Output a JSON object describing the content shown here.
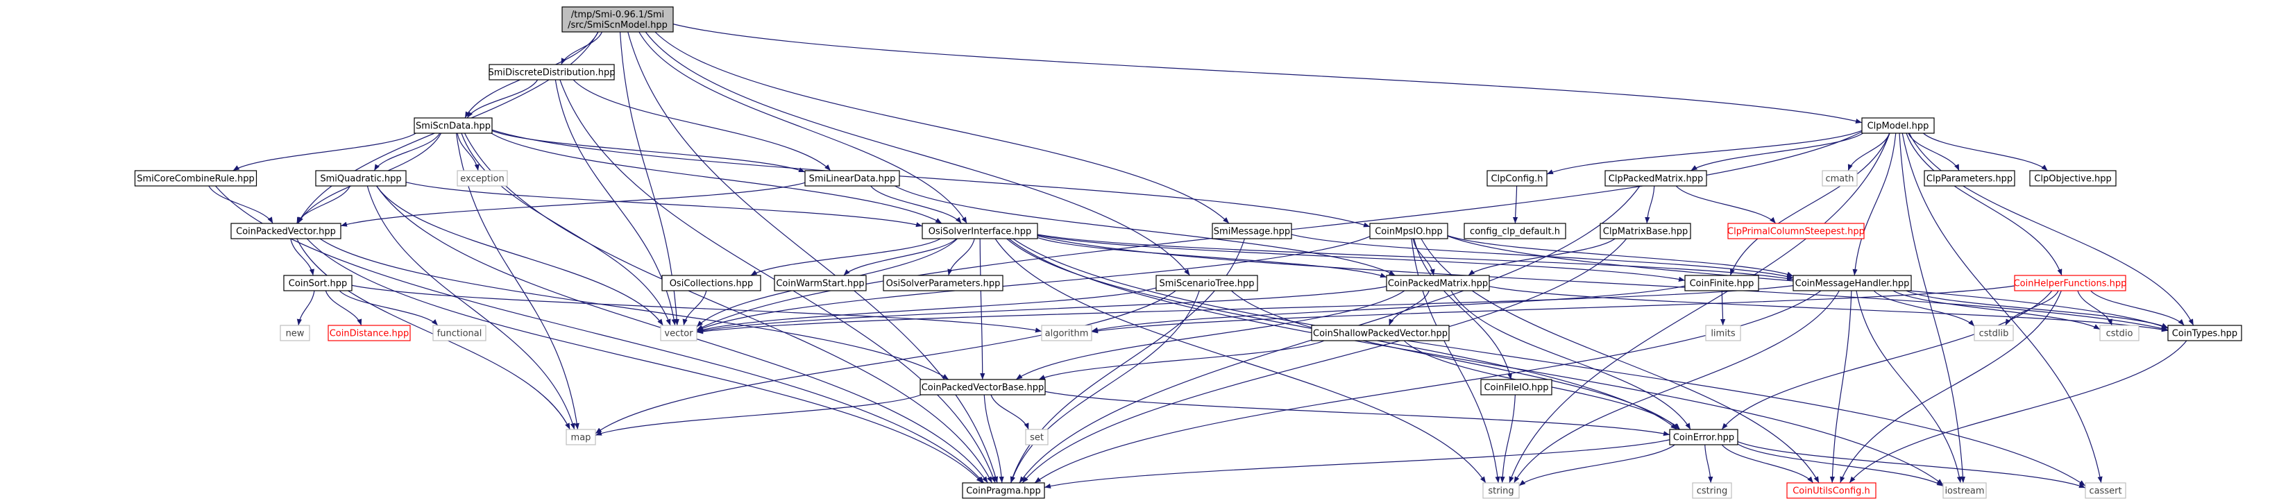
{
  "graph": {
    "nodes": [
      {
        "id": "root",
        "label": "/tmp/Smi-0.96.1/Smi\n/src/SmiScnModel.hpp",
        "style": "root"
      },
      {
        "id": "smidd",
        "label": "SmiDiscreteDistribution.hpp",
        "style": "normal"
      },
      {
        "id": "smiscndata",
        "label": "SmiScnData.hpp",
        "style": "normal"
      },
      {
        "id": "smicore",
        "label": "SmiCoreCombineRule.hpp",
        "style": "normal"
      },
      {
        "id": "smiquad",
        "label": "SmiQuadratic.hpp",
        "style": "normal"
      },
      {
        "id": "exception",
        "label": "exception",
        "style": "external"
      },
      {
        "id": "smilinear",
        "label": "SmiLinearData.hpp",
        "style": "normal"
      },
      {
        "id": "cpv",
        "label": "CoinPackedVector.hpp",
        "style": "normal"
      },
      {
        "id": "coinsort",
        "label": "CoinSort.hpp",
        "style": "normal"
      },
      {
        "id": "new",
        "label": "new",
        "style": "external"
      },
      {
        "id": "coindist",
        "label": "CoinDistance.hpp",
        "style": "truncated"
      },
      {
        "id": "functional",
        "label": "functional",
        "style": "external"
      },
      {
        "id": "osisi",
        "label": "OsiSolverInterface.hpp",
        "style": "normal"
      },
      {
        "id": "osicoll",
        "label": "OsiCollections.hpp",
        "style": "normal"
      },
      {
        "id": "coinwarm",
        "label": "CoinWarmStart.hpp",
        "style": "normal"
      },
      {
        "id": "osiparams",
        "label": "OsiSolverParameters.hpp",
        "style": "normal"
      },
      {
        "id": "smimsg",
        "label": "SmiMessage.hpp",
        "style": "normal"
      },
      {
        "id": "smitree",
        "label": "SmiScenarioTree.hpp",
        "style": "normal"
      },
      {
        "id": "vector",
        "label": "vector",
        "style": "external"
      },
      {
        "id": "algorithm",
        "label": "algorithm",
        "style": "external"
      },
      {
        "id": "map",
        "label": "map",
        "style": "external"
      },
      {
        "id": "cpvb",
        "label": "CoinPackedVectorBase.hpp",
        "style": "normal"
      },
      {
        "id": "set",
        "label": "set",
        "style": "external"
      },
      {
        "id": "coinpragma",
        "label": "CoinPragma.hpp",
        "style": "normal"
      },
      {
        "id": "clpmodel",
        "label": "ClpModel.hpp",
        "style": "normal"
      },
      {
        "id": "clpconfig",
        "label": "ClpConfig.h",
        "style": "normal"
      },
      {
        "id": "configclp",
        "label": "config_clp_default.h",
        "style": "normal"
      },
      {
        "id": "clppm",
        "label": "ClpPackedMatrix.hpp",
        "style": "normal"
      },
      {
        "id": "clpmb",
        "label": "ClpMatrixBase.hpp",
        "style": "normal"
      },
      {
        "id": "clpprimal",
        "label": "ClpPrimalColumnSteepest.hpp",
        "style": "truncated"
      },
      {
        "id": "cmath",
        "label": "cmath",
        "style": "external"
      },
      {
        "id": "clpparams",
        "label": "ClpParameters.hpp",
        "style": "normal"
      },
      {
        "id": "clpobj",
        "label": "ClpObjective.hpp",
        "style": "normal"
      },
      {
        "id": "coinmpsio",
        "label": "CoinMpsIO.hpp",
        "style": "normal"
      },
      {
        "id": "cpm",
        "label": "CoinPackedMatrix.hpp",
        "style": "normal"
      },
      {
        "id": "cspv",
        "label": "CoinShallowPackedVector.hpp",
        "style": "normal"
      },
      {
        "id": "coinfinite",
        "label": "CoinFinite.hpp",
        "style": "normal"
      },
      {
        "id": "limits",
        "label": "limits",
        "style": "external"
      },
      {
        "id": "coinmh",
        "label": "CoinMessageHandler.hpp",
        "style": "normal"
      },
      {
        "id": "coinhf",
        "label": "CoinHelperFunctions.hpp",
        "style": "truncated"
      },
      {
        "id": "cstdlib",
        "label": "cstdlib",
        "style": "external"
      },
      {
        "id": "cstdio",
        "label": "cstdio",
        "style": "external"
      },
      {
        "id": "cointypes",
        "label": "CoinTypes.hpp",
        "style": "normal"
      },
      {
        "id": "coinfileio",
        "label": "CoinFileIO.hpp",
        "style": "normal"
      },
      {
        "id": "coinerror",
        "label": "CoinError.hpp",
        "style": "normal"
      },
      {
        "id": "string",
        "label": "string",
        "style": "external"
      },
      {
        "id": "cstring",
        "label": "cstring",
        "style": "external"
      },
      {
        "id": "coinutils",
        "label": "CoinUtilsConfig.h",
        "style": "truncated"
      },
      {
        "id": "iostream",
        "label": "iostream",
        "style": "external"
      },
      {
        "id": "cassert",
        "label": "cassert",
        "style": "external"
      }
    ],
    "edges": [
      [
        "root",
        "smidd"
      ],
      [
        "root",
        "smiscndata"
      ],
      [
        "root",
        "cpv"
      ],
      [
        "root",
        "osisi"
      ],
      [
        "root",
        "smimsg"
      ],
      [
        "root",
        "smitree"
      ],
      [
        "root",
        "vector"
      ],
      [
        "root",
        "clpmodel"
      ],
      [
        "root",
        "coinpragma"
      ],
      [
        "smidd",
        "smiscndata"
      ],
      [
        "smidd",
        "smilinear"
      ],
      [
        "smidd",
        "vector"
      ],
      [
        "smidd",
        "coinpragma"
      ],
      [
        "smiscndata",
        "smicore"
      ],
      [
        "smiscndata",
        "smiquad"
      ],
      [
        "smiscndata",
        "exception"
      ],
      [
        "smiscndata",
        "smilinear"
      ],
      [
        "smiscndata",
        "cpv"
      ],
      [
        "smiscndata",
        "osisi"
      ],
      [
        "smiscndata",
        "coinmpsio"
      ],
      [
        "smiscndata",
        "vector"
      ],
      [
        "smiscndata",
        "map"
      ],
      [
        "smiscndata",
        "coinpragma"
      ],
      [
        "smicore",
        "cpv"
      ],
      [
        "smicore",
        "coinpragma"
      ],
      [
        "smiquad",
        "cpv"
      ],
      [
        "smiquad",
        "osisi"
      ],
      [
        "smiquad",
        "vector"
      ],
      [
        "smiquad",
        "map"
      ],
      [
        "smiquad",
        "coinpragma"
      ],
      [
        "smilinear",
        "cpv"
      ],
      [
        "smilinear",
        "osisi"
      ],
      [
        "smilinear",
        "cpm"
      ],
      [
        "cpv",
        "coinsort"
      ],
      [
        "cpv",
        "cpvb"
      ],
      [
        "cpv",
        "map"
      ],
      [
        "cpv",
        "coinpragma"
      ],
      [
        "coinsort",
        "new"
      ],
      [
        "coinsort",
        "coindist"
      ],
      [
        "coinsort",
        "functional"
      ],
      [
        "coinsort",
        "algorithm"
      ],
      [
        "osisi",
        "osicoll"
      ],
      [
        "osisi",
        "coinwarm"
      ],
      [
        "osisi",
        "osiparams"
      ],
      [
        "osisi",
        "cpm"
      ],
      [
        "osisi",
        "coinmh"
      ],
      [
        "osisi",
        "coinfinite"
      ],
      [
        "osisi",
        "cointypes"
      ],
      [
        "osisi",
        "vector"
      ],
      [
        "osisi",
        "string"
      ],
      [
        "osisi",
        "cpvb"
      ],
      [
        "osisi",
        "coinerror"
      ],
      [
        "osisi",
        "cassert"
      ],
      [
        "osisi",
        "iostream"
      ],
      [
        "osicoll",
        "vector"
      ],
      [
        "smimsg",
        "coinmh"
      ],
      [
        "smimsg",
        "coinpragma"
      ],
      [
        "smitree",
        "vector"
      ],
      [
        "smitree",
        "map"
      ],
      [
        "smitree",
        "coinpragma"
      ],
      [
        "smitree",
        "coinerror"
      ],
      [
        "clpmodel",
        "clpconfig"
      ],
      [
        "clpmodel",
        "clppm"
      ],
      [
        "clpmodel",
        "cmath"
      ],
      [
        "clpmodel",
        "clpparams"
      ],
      [
        "clpmodel",
        "clpobj"
      ],
      [
        "clpmodel",
        "coinmh"
      ],
      [
        "clpmodel",
        "coinhf"
      ],
      [
        "clpmodel",
        "cointypes"
      ],
      [
        "clpmodel",
        "coinfinite"
      ],
      [
        "clpmodel",
        "vector"
      ],
      [
        "clpmodel",
        "string"
      ],
      [
        "clpmodel",
        "iostream"
      ],
      [
        "clpmodel",
        "cassert"
      ],
      [
        "clpconfig",
        "configclp"
      ],
      [
        "clppm",
        "clpmb"
      ],
      [
        "clppm",
        "clpprimal"
      ],
      [
        "clppm",
        "coinpragma"
      ],
      [
        "clpmb",
        "cpm"
      ],
      [
        "clpmb",
        "coinpragma"
      ],
      [
        "coinmpsio",
        "cpm"
      ],
      [
        "coinmpsio",
        "coinmh"
      ],
      [
        "coinmpsio",
        "coinfileio"
      ],
      [
        "coinmpsio",
        "vector"
      ],
      [
        "coinmpsio",
        "string"
      ],
      [
        "coinmpsio",
        "coinutils"
      ],
      [
        "coinmpsio",
        "cointypes"
      ],
      [
        "cpm",
        "cspv"
      ],
      [
        "cpm",
        "cpvb"
      ],
      [
        "cpm",
        "coinerror"
      ],
      [
        "cpm",
        "cointypes"
      ],
      [
        "cpm",
        "vector"
      ],
      [
        "cspv",
        "cpvb"
      ],
      [
        "cspv",
        "coinerror"
      ],
      [
        "cpvb",
        "coinerror"
      ],
      [
        "cpvb",
        "set"
      ],
      [
        "cpvb",
        "map"
      ],
      [
        "cpvb",
        "coinpragma"
      ],
      [
        "coinfinite",
        "limits"
      ],
      [
        "coinfinite",
        "algorithm"
      ],
      [
        "coinmh",
        "cstdio"
      ],
      [
        "coinmh",
        "cstdlib"
      ],
      [
        "coinmh",
        "cointypes"
      ],
      [
        "coinmh",
        "string"
      ],
      [
        "coinmh",
        "iostream"
      ],
      [
        "coinmh",
        "coinpragma"
      ],
      [
        "coinmh",
        "coinutils"
      ],
      [
        "coinmh",
        "vector"
      ],
      [
        "coinhf",
        "cstdlib"
      ],
      [
        "coinhf",
        "cstdio"
      ],
      [
        "coinhf",
        "cointypes"
      ],
      [
        "coinhf",
        "coinerror"
      ],
      [
        "coinhf",
        "coinutils"
      ],
      [
        "coinhf",
        "algorithm"
      ],
      [
        "cointypes",
        "coinutils"
      ],
      [
        "coinfileio",
        "string"
      ],
      [
        "coinerror",
        "string"
      ],
      [
        "coinerror",
        "cstring"
      ],
      [
        "coinerror",
        "coinutils"
      ],
      [
        "coinerror",
        "iostream"
      ],
      [
        "coinerror",
        "cassert"
      ],
      [
        "coinerror",
        "coinpragma"
      ]
    ]
  },
  "colors": {
    "edge": "#191970",
    "root_fill": "#bfbfbf",
    "normal_border": "#000000",
    "external_border": "#bfbfbf",
    "external_text": "#404040",
    "truncated_border": "#ff0000",
    "truncated_text": "#ff0000"
  }
}
